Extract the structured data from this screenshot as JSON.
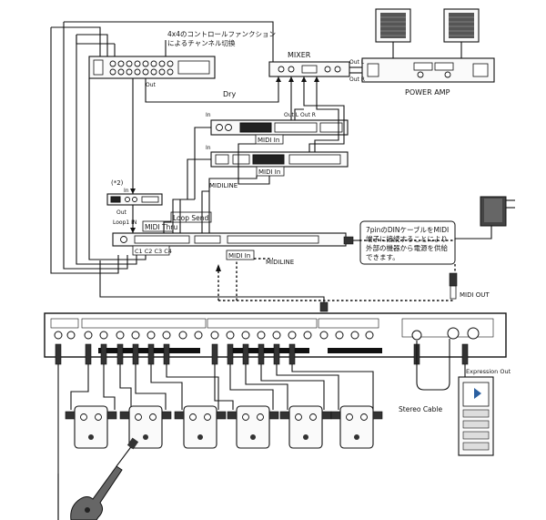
{
  "labels": {
    "control_note_line1": "4x4のコントロールファンクション",
    "control_note_line2": "によるチャンネル切換",
    "out_left": "Out",
    "mixer": "MIXER",
    "out_l": "Out L",
    "out_r": "Out R",
    "power_amp": "POWER AMP",
    "dry": "Dry",
    "in_1": "In",
    "in_2": "In",
    "out_l_2": "Out L",
    "out_r_2": "Out R",
    "midi_in_1": "MIDI In",
    "midi_in_2": "MIDI In",
    "midiline_1": "MIDILINE",
    "note_2": "(*2)",
    "in_3": "In",
    "out_3": "Out",
    "midi_thru": "MIDI Thru",
    "loop_send": "Loop Send",
    "loop1_in": "Loop1 IN",
    "midi_in_3": "MIDI In",
    "c1c4": "C1 C2 C3 C4",
    "midiline_2": "MIDILINE",
    "midi_out": "MIDI OUT",
    "din_note_line1": "7pinのDINケーブルをMIDI",
    "din_note_line2": "端子に接続することにより",
    "din_note_line3": "外部の機器から電源を供給",
    "din_note_line4": "できます。",
    "stereo_cable": "Stereo Cable",
    "expression_out": "Expression Out"
  },
  "colors": {
    "line": "#111111",
    "device_fill": "#fafafa",
    "dark": "#222222"
  },
  "icons": [
    "speaker-icon",
    "power-amp-icon",
    "mixer-icon",
    "rack-unit-icon",
    "effect-pedal-icon",
    "guitar-icon",
    "power-adapter-icon",
    "expression-pedal-icon"
  ]
}
